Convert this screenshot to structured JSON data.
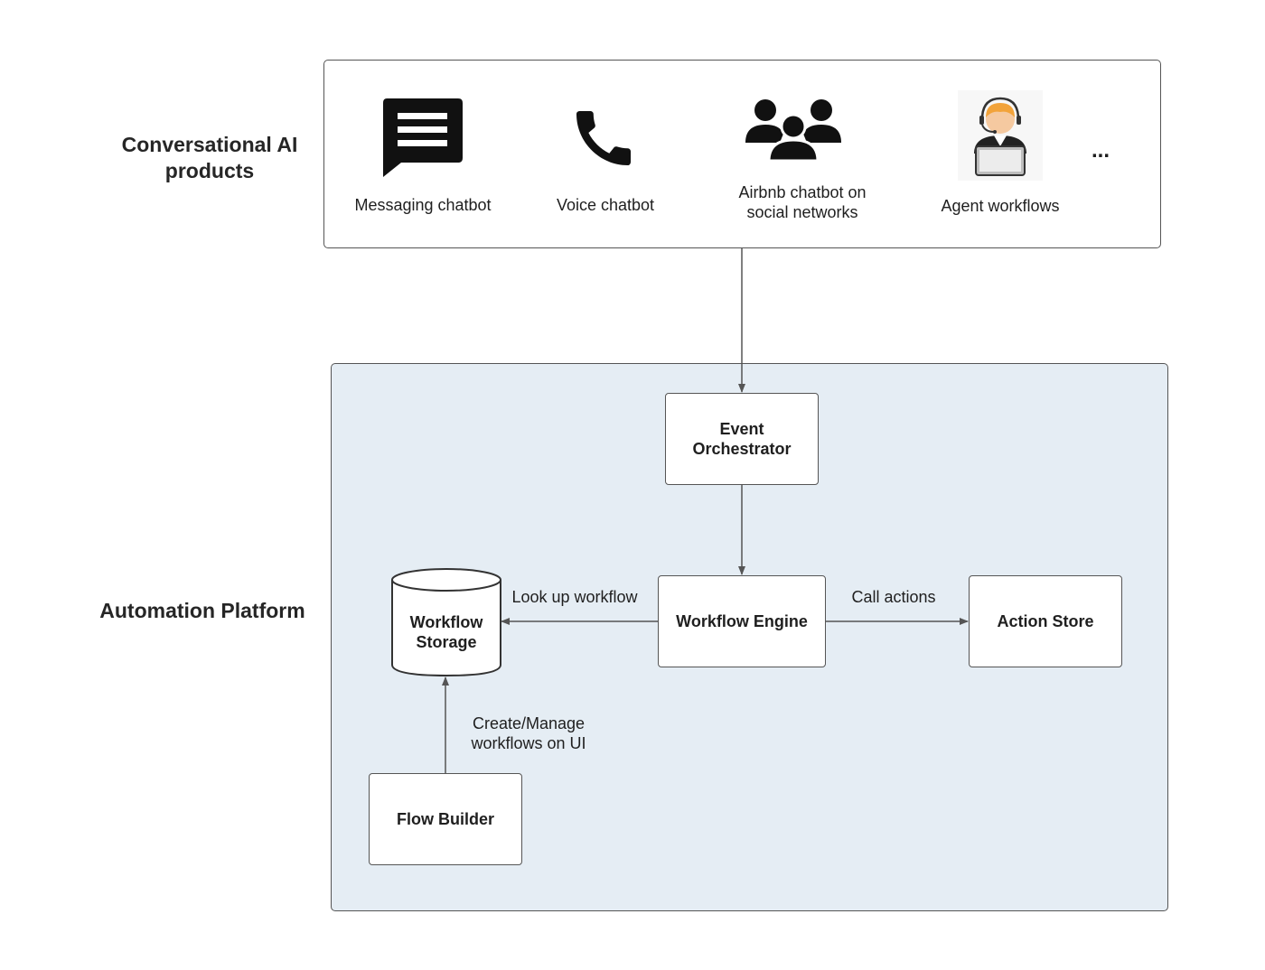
{
  "sections": {
    "products_label": "Conversational AI products",
    "platform_label": "Automation Platform"
  },
  "products": {
    "items": [
      {
        "label": "Messaging chatbot",
        "icon": "chat-bubble-icon"
      },
      {
        "label": "Voice chatbot",
        "icon": "phone-icon"
      },
      {
        "label": "Airbnb chatbot on social networks",
        "icon": "group-icon"
      },
      {
        "label": "Agent workflows",
        "icon": "support-agent-icon"
      }
    ],
    "more": "..."
  },
  "nodes": {
    "event_orchestrator": "Event Orchestrator",
    "workflow_engine": "Workflow Engine",
    "action_store": "Action Store",
    "workflow_storage": "Workflow Storage",
    "flow_builder": "Flow Builder"
  },
  "edges": {
    "lookup": "Look up workflow",
    "call_actions": "Call actions",
    "create_manage": "Create/Manage workflows on UI"
  },
  "colors": {
    "platform_fill": "#e5edf4",
    "stroke": "#555555",
    "agent_skin": "#f5c9a0",
    "agent_hair": "#f2a33a"
  }
}
